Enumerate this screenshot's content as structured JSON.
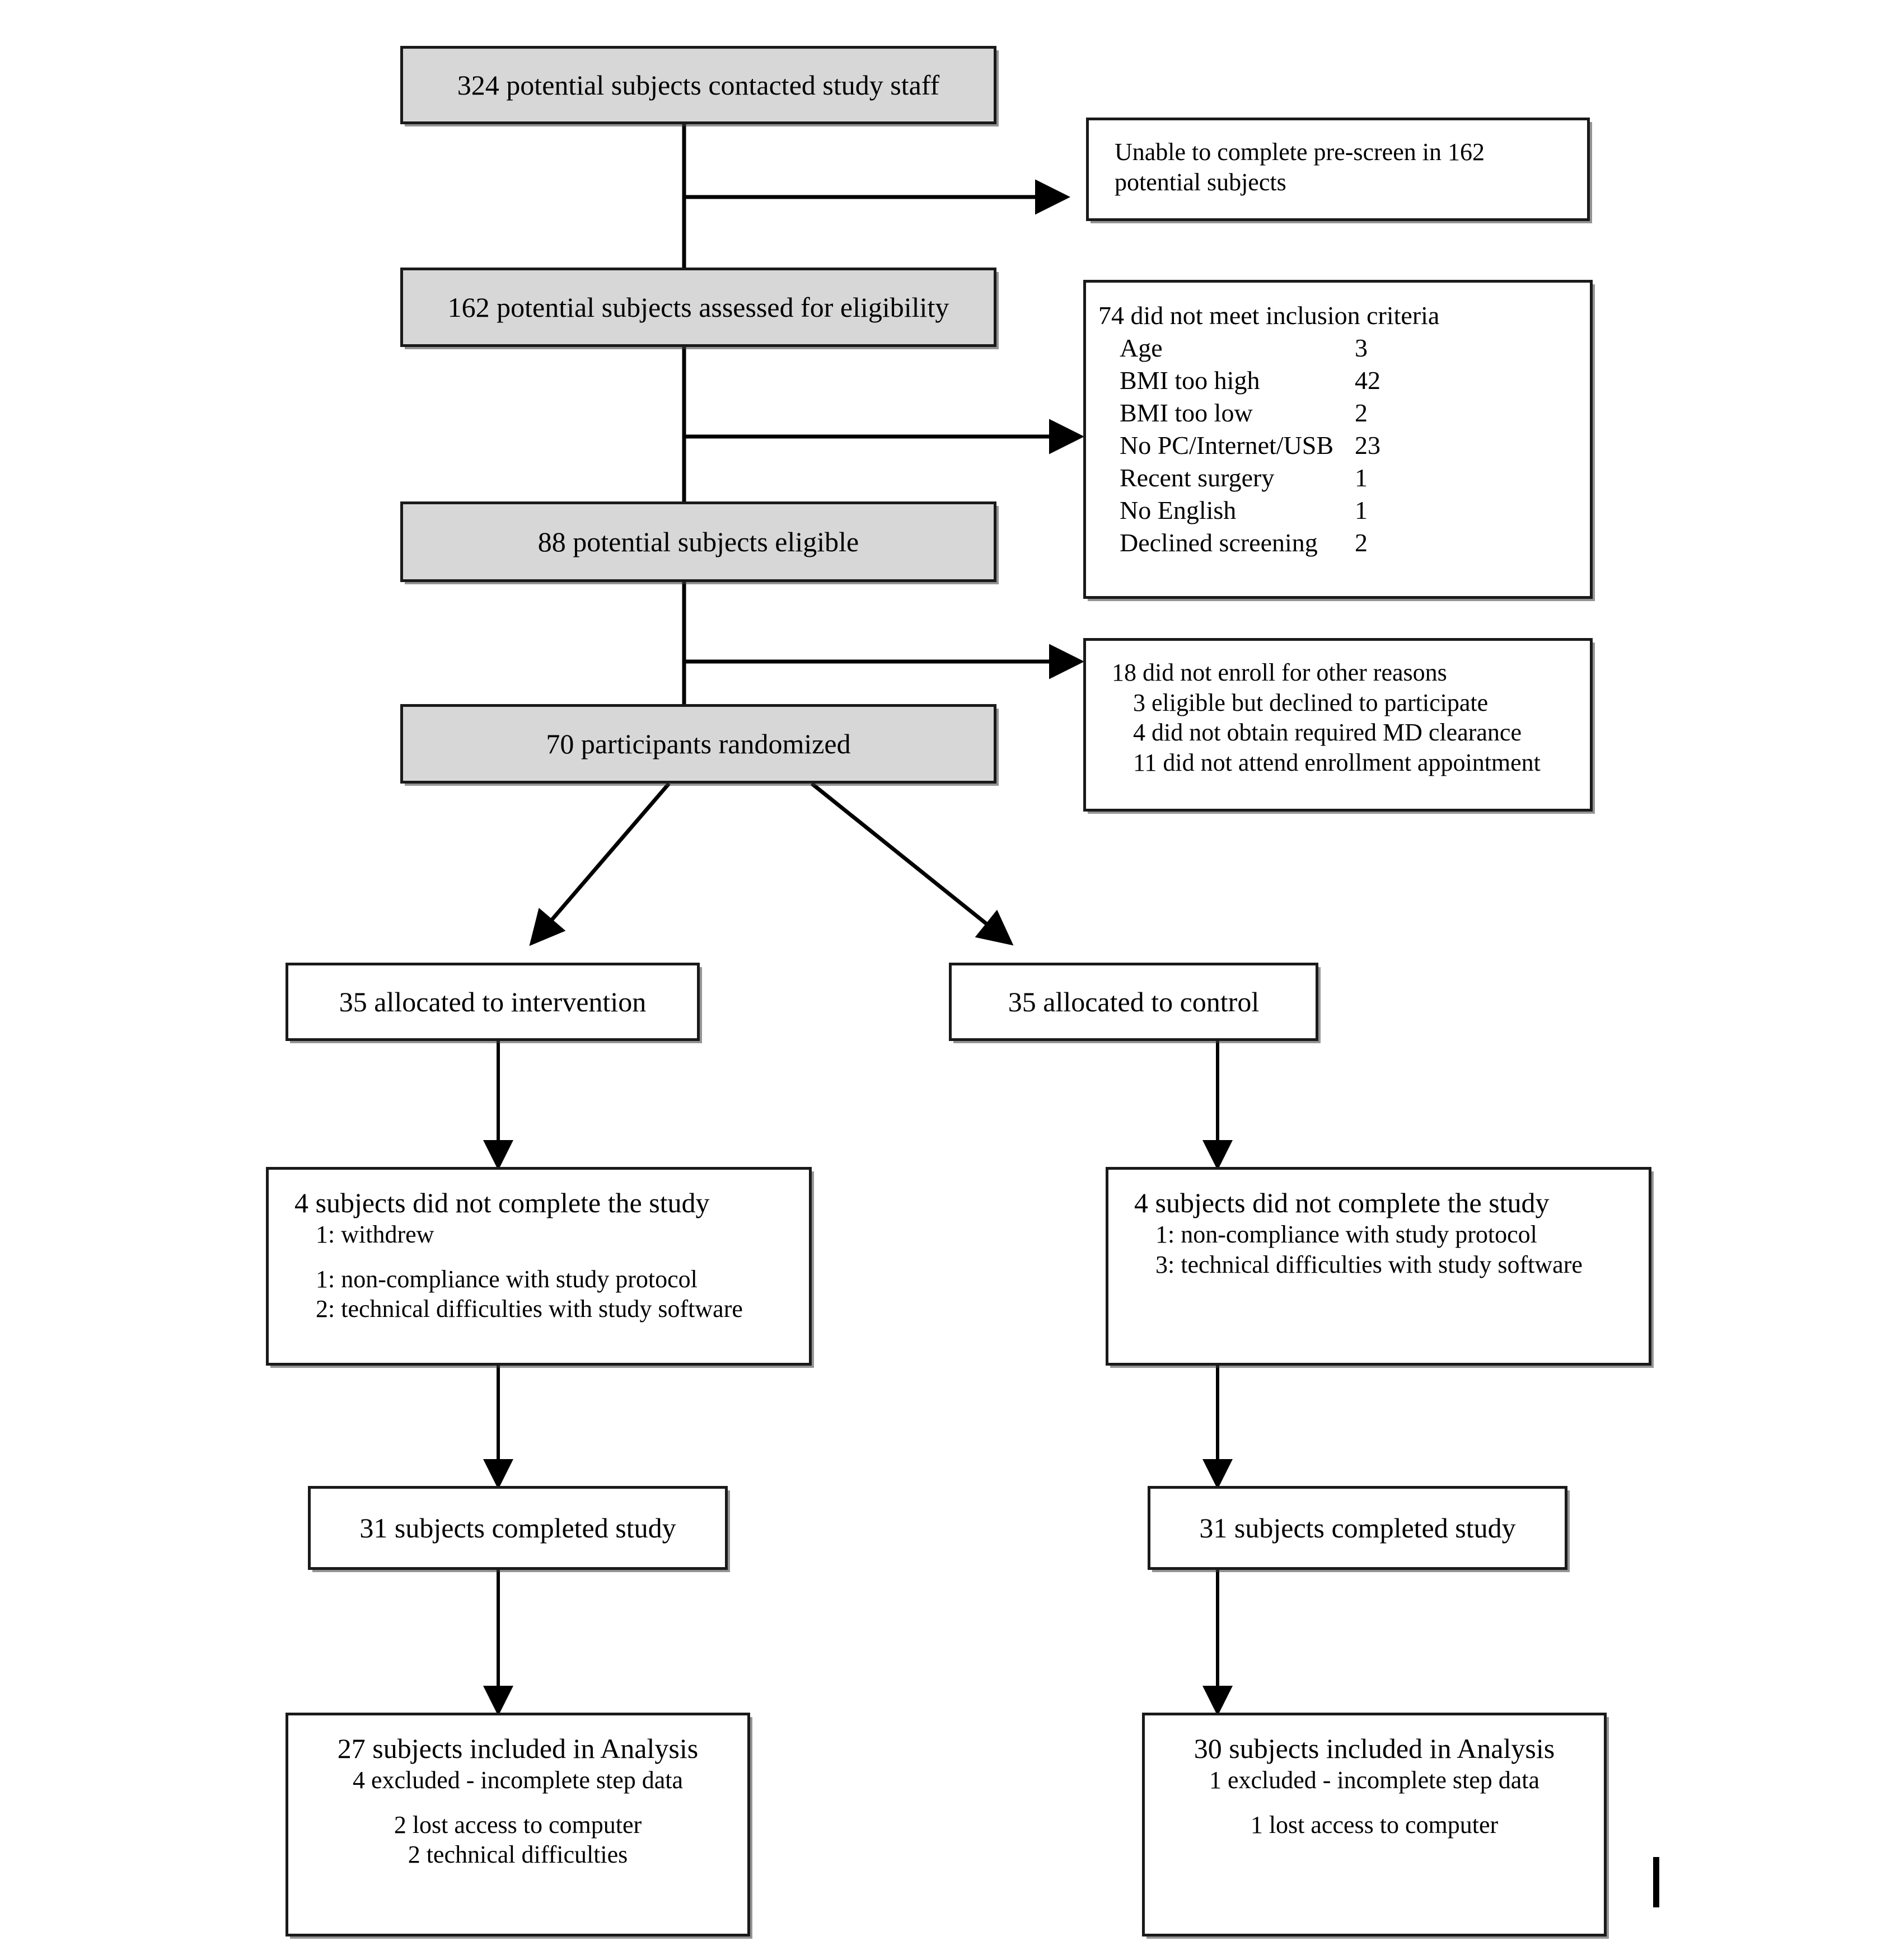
{
  "diagram": {
    "type": "consort-flow-diagram",
    "nodes": {
      "contacted": {
        "label": "324 potential subjects contacted study staff",
        "count": 324
      },
      "prescreen_excluded": {
        "line1": "Unable to complete pre-screen in 162",
        "line2": "potential subjects",
        "count": 162
      },
      "assessed": {
        "label": "162 potential subjects assessed for eligibility",
        "count": 162
      },
      "not_meet_criteria": {
        "heading": "74 did not meet inclusion criteria",
        "total": 74,
        "reasons": [
          {
            "label": "Age",
            "count": "3"
          },
          {
            "label": "BMI  too high",
            "count": "42"
          },
          {
            "label": "BMI  too low",
            "count": "2"
          },
          {
            "label": "No PC/Internet/USB",
            "count": "23"
          },
          {
            "label": "Recent surgery",
            "count": "1"
          },
          {
            "label": "No English",
            "count": "1"
          },
          {
            "label": "Declined screening",
            "count": "2"
          }
        ]
      },
      "eligible": {
        "label": "88 potential subjects eligible",
        "count": 88
      },
      "not_enrolled": {
        "heading": "18 did not enroll for other reasons",
        "total": 18,
        "reasons": [
          "3 eligible but declined to participate",
          "4 did not obtain required MD clearance",
          "11 did not attend enrollment appointment"
        ]
      },
      "randomized": {
        "label": "70 participants randomized",
        "count": 70
      },
      "alloc_intervention": {
        "label": "35 allocated to intervention",
        "count": 35
      },
      "alloc_control": {
        "label": "35 allocated to control",
        "count": 35
      },
      "dropout_intervention": {
        "heading": "4 subjects did not complete the study",
        "total": 4,
        "reasons": [
          "1: withdrew",
          "1: non-compliance with study protocol",
          "2: technical difficulties with study software"
        ]
      },
      "dropout_control": {
        "heading": "4 subjects did not complete the study",
        "total": 4,
        "reasons": [
          "1: non-compliance with study protocol",
          "3: technical difficulties with study software"
        ]
      },
      "completed_intervention": {
        "label": "31 subjects completed study",
        "count": 31
      },
      "completed_control": {
        "label": "31 subjects completed study",
        "count": 31
      },
      "analysis_intervention": {
        "heading": "27 subjects included in Analysis",
        "count": 27,
        "excluded_line": "4 excluded - incomplete step data",
        "excluded_reasons": [
          "2 lost access to computer",
          "2 technical difficulties"
        ]
      },
      "analysis_control": {
        "heading": "30 subjects included in Analysis",
        "count": 30,
        "excluded_line": "1 excluded - incomplete step data",
        "excluded_reasons": [
          "1 lost access to computer"
        ]
      }
    },
    "colors": {
      "shaded_fill": "#d7d7d7",
      "plain_fill": "#ffffff",
      "border": "#1a1a1a",
      "connector": "#000000"
    }
  }
}
